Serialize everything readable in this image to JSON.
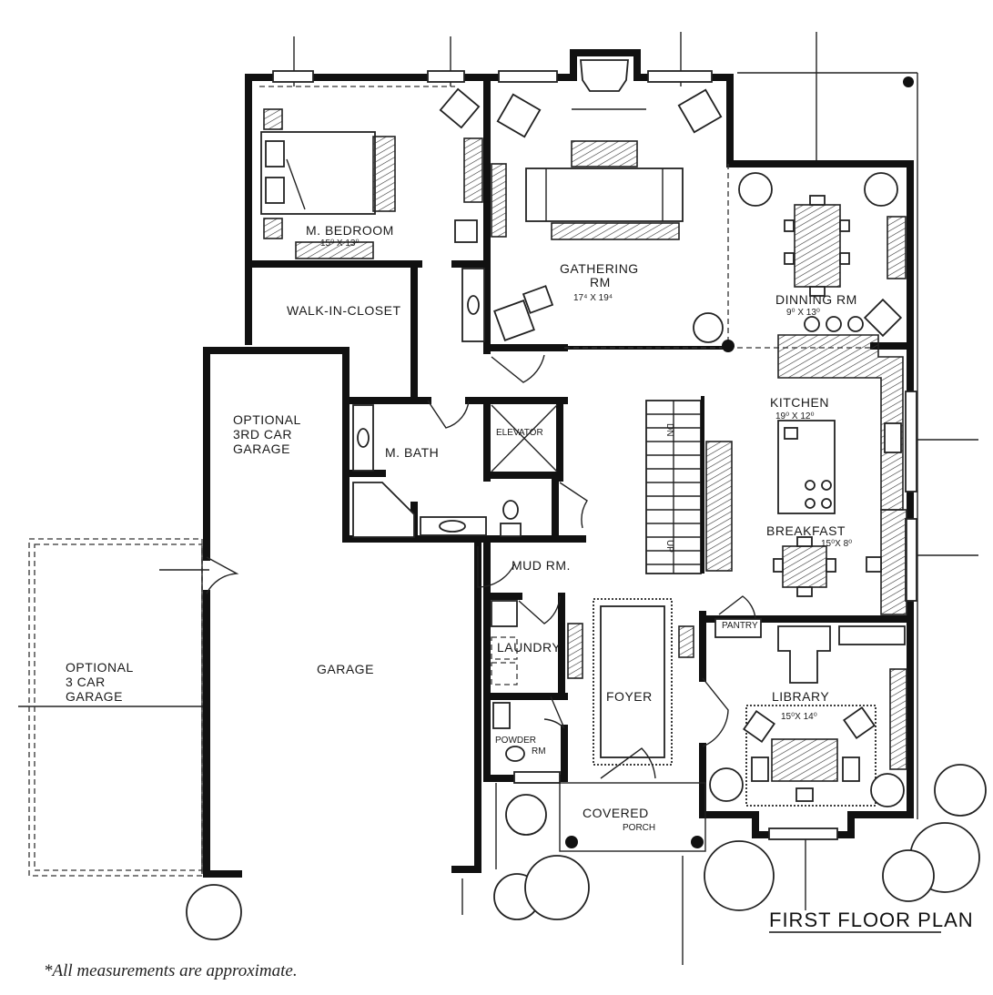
{
  "title": "FIRST FLOOR PLAN",
  "note": "*All measurements are approximate.",
  "rooms": {
    "master_bedroom": {
      "label": "M. BEDROOM",
      "dims": "15⁰ X 13⁰"
    },
    "walk_in_closet": {
      "label": "WALK-IN-CLOSET"
    },
    "gathering_room": {
      "label": "GATHERING",
      "label2": "RM",
      "dims": "17⁴ X 19⁴"
    },
    "dining_room": {
      "label": "DINNING RM",
      "dims": "9⁰ X 13⁰"
    },
    "kitchen": {
      "label": "KITCHEN",
      "dims": "19⁰ X 12⁰"
    },
    "breakfast": {
      "label": "BREAKFAST",
      "dims": "15⁰X 8⁰"
    },
    "optional_3rd_car": {
      "label1": "OPTIONAL",
      "label2": "3RD CAR",
      "label3": "GARAGE"
    },
    "master_bath": {
      "label": "M. BATH"
    },
    "elevator": {
      "label": "ELEVATOR"
    },
    "mud_room": {
      "label": "MUD RM."
    },
    "garage": {
      "label": "GARAGE"
    },
    "optional_3_car": {
      "label1": "OPTIONAL",
      "label2": "3 CAR",
      "label3": "GARAGE"
    },
    "laundry": {
      "label": "LAUNDRY"
    },
    "foyer": {
      "label": "FOYER"
    },
    "pantry": {
      "label": "PANTRY"
    },
    "library": {
      "label": "LIBRARY",
      "dims": "15⁰X 14⁰"
    },
    "powder_room": {
      "label": "POWDER",
      "label2": "RM"
    },
    "covered_porch": {
      "label": "COVERED",
      "label2": "PORCH"
    },
    "stairs": {
      "up": "UP",
      "dn": "DN"
    }
  }
}
